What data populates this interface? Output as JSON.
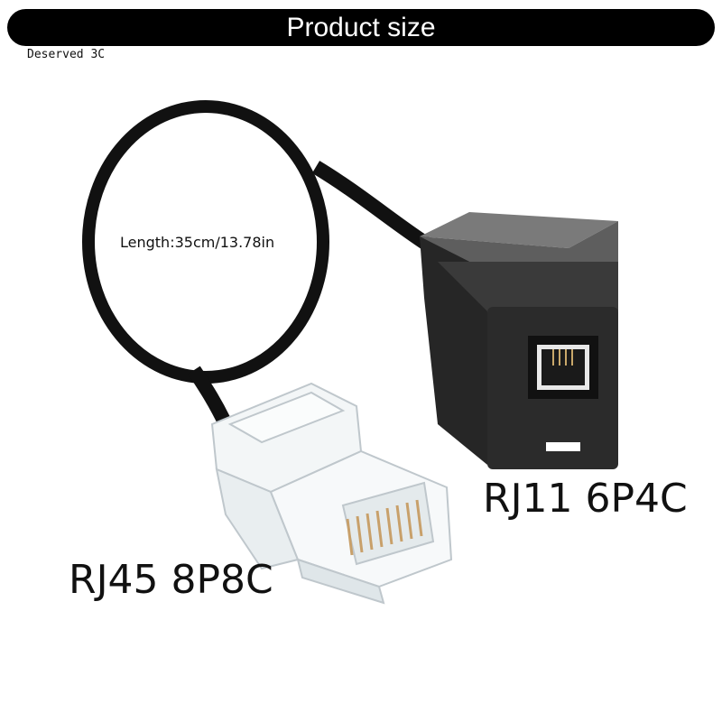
{
  "header": {
    "title": "Product size"
  },
  "brand": "Deserved 3C",
  "labels": {
    "length": "Length:35cm/13.78in",
    "rj11": "RJ11 6P4C",
    "rj45": "RJ45 8P8C"
  },
  "colors": {
    "banner": "#000000",
    "cable": "#111111",
    "jack_body": "#2b2b2b",
    "jack_top": "#6a6a6a"
  }
}
